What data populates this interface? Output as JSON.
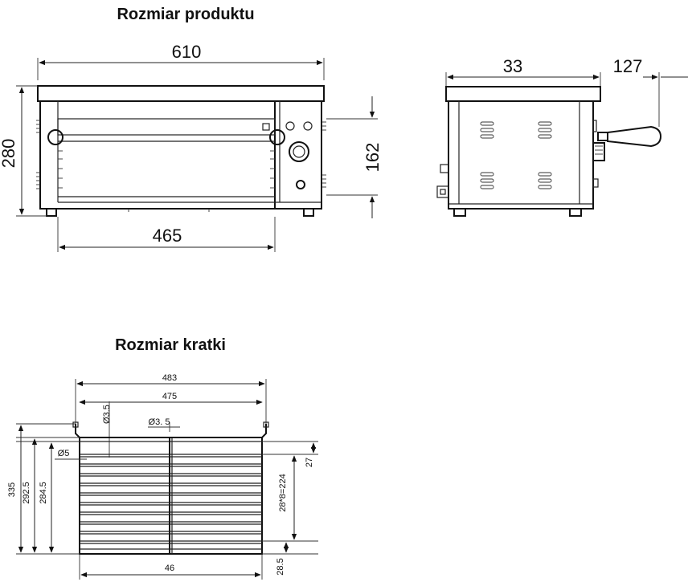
{
  "product": {
    "title": "Rozmiar produktu",
    "dim_width": "610",
    "dim_height": "280",
    "dim_front_width": "465",
    "dim_panel_height": "162",
    "dim_depth": "33",
    "dim_handle": "127"
  },
  "grid": {
    "title": "Rozmiar kratki",
    "dim_outer_width": "483",
    "dim_inner_width": "475",
    "dim_wire_top": "Ø3.5",
    "dim_wire_mid": "Ø3. 5",
    "dim_wire_side": "Ø5",
    "dim_height_total": "335",
    "dim_height_2": "292.5",
    "dim_height_3": "284.5",
    "dim_top_gap": "27",
    "dim_spacing": "28*8=224",
    "dim_bottom_gap": "28.5",
    "dim_bottom_width": "46"
  }
}
